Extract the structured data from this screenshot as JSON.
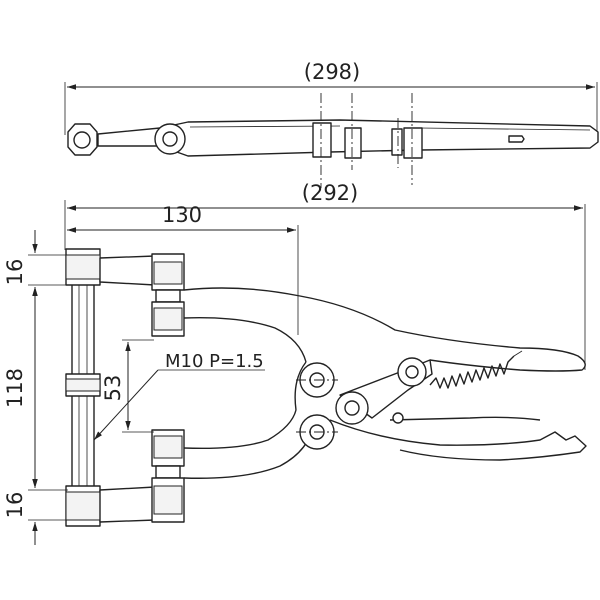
{
  "dimensions": {
    "overall_length": "(298)",
    "inner_length": "(292)",
    "jaw_width": "130",
    "top_offset": "16",
    "bottom_offset": "16",
    "span": "118",
    "pad_spacing": "53"
  },
  "thread_callout": "M10 P=1.5"
}
